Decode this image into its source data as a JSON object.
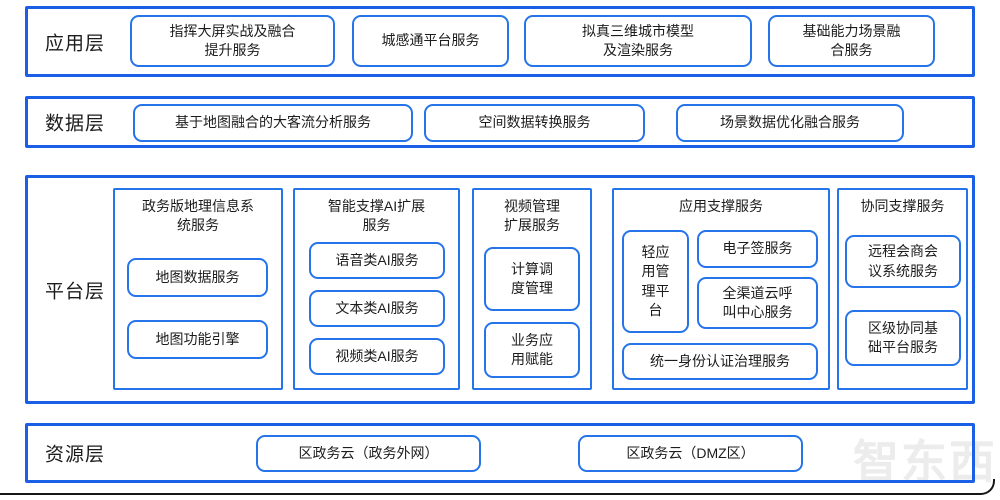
{
  "colors": {
    "layer_border": "#1a5fe6",
    "box_border": "#2674ea",
    "text": "#1c1c1c",
    "watermark": "#ececec"
  },
  "layers": [
    {
      "label": "应用层",
      "boxes": [
        "指挥大屏实战及融合\n提升服务",
        "城感通平台服务",
        "拟真三维城市模型\n及渲染服务",
        "基础能力场景融\n合服务"
      ]
    },
    {
      "label": "数据层",
      "boxes": [
        "基于地图融合的大客流分析服务",
        "空间数据转换服务",
        "场景数据优化融合服务"
      ]
    },
    {
      "label": "平台层",
      "groups": [
        {
          "title": "政务版地理信息系\n统服务",
          "items": [
            "地图数据服务",
            "地图功能引擎"
          ]
        },
        {
          "title": "智能支撑AI扩展\n服务",
          "items": [
            "语音类AI服务",
            "文本类AI服务",
            "视频类AI服务"
          ]
        },
        {
          "title": "视频管理\n扩展服务",
          "items": [
            "计算调\n度管理",
            "业务应\n用赋能"
          ]
        },
        {
          "title": "应用支撑服务",
          "items": [
            "轻应\n用管\n理平\n台",
            "电子签服务",
            "全渠道云呼\n叫中心服务",
            "统一身份认证治理服务"
          ]
        },
        {
          "title": "协同支撑服务",
          "items": [
            "远程会商会\n议系统服务",
            "区级协同基\n础平台服务"
          ]
        }
      ]
    },
    {
      "label": "资源层",
      "boxes": [
        "区政务云（政务外网）",
        "区政务云（DMZ区）"
      ]
    }
  ],
  "watermark": "智东西"
}
